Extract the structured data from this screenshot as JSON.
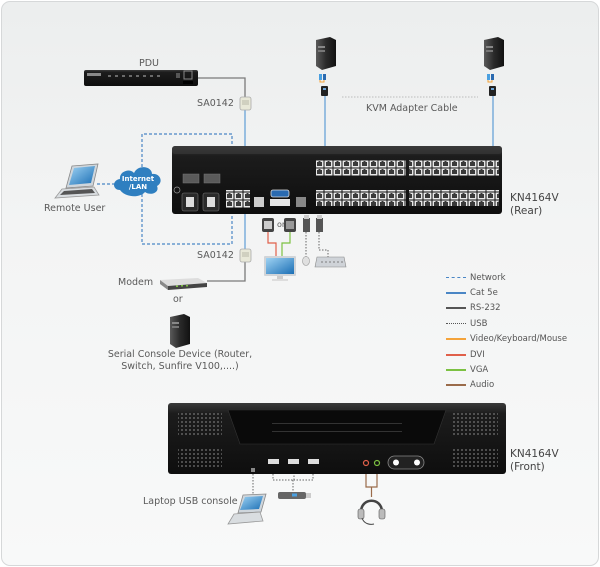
{
  "labels": {
    "pdu": "PDU",
    "sa0142_top": "SA0142",
    "sa0142_bottom": "SA0142",
    "kvm_adapter_cable": "KVM Adapter Cable",
    "internet_lan_line1": "Internet",
    "internet_lan_line2": "/LAN",
    "remote_user": "Remote User",
    "modem": "Modem",
    "or_modem": "or",
    "or_video": "or",
    "serial_console_line1": "Serial Console Device (Router,",
    "serial_console_line2": "Switch, Sunfire V100,....)",
    "laptop_usb_console": "Laptop USB console"
  },
  "devices": {
    "rear": {
      "model": "KN4164V",
      "view": "(Rear)"
    },
    "front": {
      "model": "KN4164V",
      "view": "(Front)"
    }
  },
  "legend": [
    {
      "label": "Network",
      "color": "#4a86c5",
      "style": "dashed"
    },
    {
      "label": "Cat 5e",
      "color": "#4a86c5",
      "style": "solid"
    },
    {
      "label": "RS-232",
      "color": "#555555",
      "style": "solid"
    },
    {
      "label": "USB",
      "color": "#555555",
      "style": "dotted"
    },
    {
      "label": "Video/Keyboard/Mouse",
      "color": "#f4a33a",
      "style": "solid"
    },
    {
      "label": "DVI",
      "color": "#e0604a",
      "style": "solid"
    },
    {
      "label": "VGA",
      "color": "#7cc142",
      "style": "solid"
    },
    {
      "label": "Audio",
      "color": "#9a6b4a",
      "style": "solid"
    }
  ],
  "colors": {
    "network": "#4a86c5",
    "cat5e": "#6aa3d8",
    "rs232": "#7a7a7a",
    "usb": "#666666",
    "dvi": "#e0604a",
    "vga": "#7cc142",
    "audio": "#9a6b4a",
    "kvm": "#f4a33a",
    "device_dark": "#1e1e1e",
    "cloud": "#2f7fc0"
  }
}
